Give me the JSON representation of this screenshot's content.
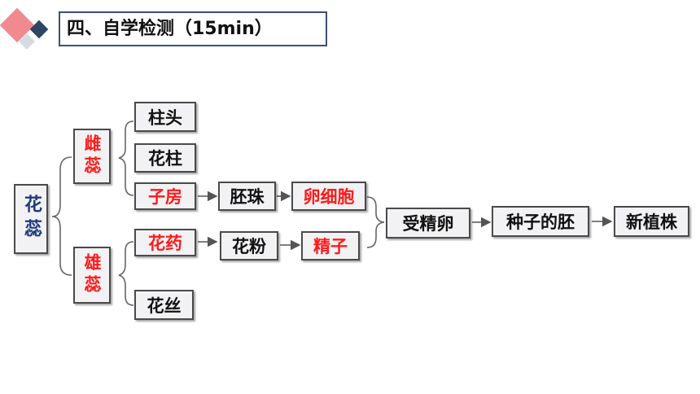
{
  "header": {
    "title": "四、自学检测（15min）"
  },
  "colors": {
    "accent_pink": "#f08a8f",
    "accent_navy": "#2f4565",
    "accent_gray": "#d6dbe2",
    "red_text": "#ff1a1a",
    "blue_text": "#1f3a80"
  },
  "diagram": {
    "root": "花蕊",
    "pistil": "雌蕊",
    "stamen": "雄蕊",
    "stigma": "柱头",
    "style": "花柱",
    "ovary": "子房",
    "ovule": "胚珠",
    "egg_cell": "卵细胞",
    "anther": "花药",
    "pollen": "花粉",
    "sperm": "精子",
    "filament": "花丝",
    "fertilized_egg": "受精卵",
    "seed_embryo": "种子的胚",
    "new_plant": "新植株"
  }
}
